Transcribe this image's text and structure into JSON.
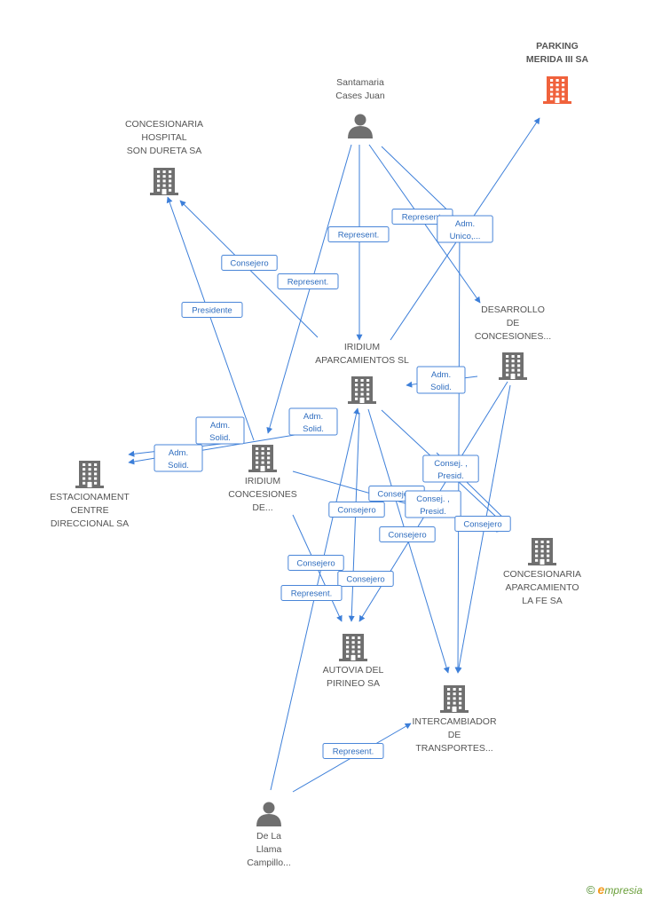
{
  "colors": {
    "person": "#6f6f6f",
    "company": "#6f6f6f",
    "highlight": "#f0623c",
    "edge": "#3d7fd9"
  },
  "nodes": [
    {
      "id": "parking",
      "type": "company",
      "highlight": true,
      "label": [
        "PARKING",
        "MERIDA III SA"
      ],
      "icon": "building-icon"
    },
    {
      "id": "santamaria",
      "type": "person",
      "label": [
        "Santamaria",
        "Cases Juan"
      ],
      "icon": "person-icon"
    },
    {
      "id": "hospital",
      "type": "company",
      "label": [
        "CONCESIONARIA",
        "HOSPITAL",
        "SON DURETA SA"
      ],
      "icon": "building-icon"
    },
    {
      "id": "desarrollo",
      "type": "company",
      "label": [
        "DESARROLLO",
        "DE",
        "CONCESIONES..."
      ],
      "icon": "building-icon"
    },
    {
      "id": "iridium_ap",
      "type": "company",
      "label": [
        "IRIDIUM",
        "APARCAMIENTOS SL"
      ],
      "icon": "building-icon"
    },
    {
      "id": "iridium_con",
      "type": "company",
      "label": [
        "IRIDIUM",
        "CONCESIONES",
        "DE..."
      ],
      "icon": "building-icon"
    },
    {
      "id": "estacionament",
      "type": "company",
      "label": [
        "ESTACIONAMENT",
        "CENTRE",
        "DIRECCIONAL SA"
      ],
      "icon": "building-icon"
    },
    {
      "id": "lafe",
      "type": "company",
      "label": [
        "CONCESIONARIA",
        "APARCAMIENTO",
        "LA FE SA"
      ],
      "icon": "building-icon"
    },
    {
      "id": "autovia",
      "type": "company",
      "label": [
        "AUTOVIA DEL",
        "PIRINEO SA"
      ],
      "icon": "building-icon"
    },
    {
      "id": "intercambiador",
      "type": "company",
      "label": [
        "INTERCAMBIADOR",
        "DE",
        "TRANSPORTES..."
      ],
      "icon": "building-icon"
    },
    {
      "id": "delallama",
      "type": "person",
      "label": [
        "De La",
        "Llama",
        "Campillo..."
      ],
      "icon": "person-icon"
    }
  ],
  "edges": [
    {
      "from": "santamaria",
      "to": "iridium_ap",
      "label": [
        "Represent."
      ]
    },
    {
      "from": "santamaria",
      "to": "iridium_con",
      "label": [
        "Represent."
      ]
    },
    {
      "from": "santamaria",
      "to": "desarrollo",
      "label": [
        "Represent."
      ]
    },
    {
      "from": "santamaria",
      "to": "intercambiador",
      "label": [
        "Adm.",
        "Unico,..."
      ]
    },
    {
      "from": "iridium_ap",
      "to": "parking",
      "label": []
    },
    {
      "from": "iridium_ap",
      "to": "hospital",
      "label": [
        "Consejero"
      ]
    },
    {
      "from": "iridium_con",
      "to": "hospital",
      "label": [
        "Presidente"
      ]
    },
    {
      "from": "desarrollo",
      "to": "iridium_ap",
      "label": [
        "Adm.",
        "Solid."
      ]
    },
    {
      "from": "iridium_con",
      "to": "iridium_ap",
      "label": [
        "Adm.",
        "Solid."
      ]
    },
    {
      "from": "iridium_con",
      "to": "estacionament",
      "label": [
        "Adm.",
        "Solid."
      ]
    },
    {
      "from": "iridium_ap",
      "to": "estacionament",
      "label": [
        "Adm.",
        "Solid."
      ]
    },
    {
      "from": "iridium_ap",
      "to": "lafe",
      "label": [
        "Consej. ,",
        "Presid."
      ]
    },
    {
      "from": "iridium_con",
      "to": "lafe",
      "label": [
        "Consejero"
      ]
    },
    {
      "from": "iridium_con",
      "to": "lafe",
      "label": [
        "Consej. ,",
        "Presid."
      ]
    },
    {
      "from": "iridium_ap",
      "to": "intercambiador",
      "label": [
        "Consejero"
      ]
    },
    {
      "from": "desarrollo",
      "to": "autovia",
      "label": [
        "Consejero"
      ]
    },
    {
      "from": "iridium_con",
      "to": "autovia",
      "label": [
        "Consejero"
      ]
    },
    {
      "from": "iridium_ap",
      "to": "autovia",
      "label": [
        "Consejero"
      ]
    },
    {
      "from": "desarrollo",
      "to": "intercambiador",
      "label": [
        "Consejero"
      ]
    },
    {
      "from": "delallama",
      "to": "iridium_ap",
      "label": [
        "Represent."
      ]
    },
    {
      "from": "delallama",
      "to": "intercambiador",
      "label": [
        "Represent."
      ]
    }
  ],
  "brand": {
    "copyright": "©",
    "initial": "e",
    "name": "mpresia"
  }
}
